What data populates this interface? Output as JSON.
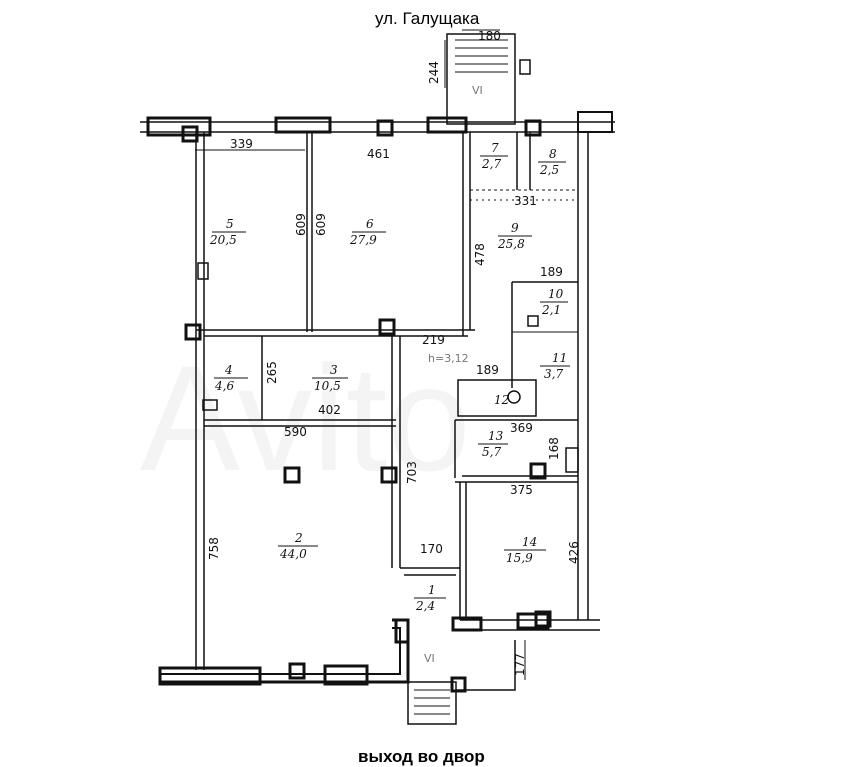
{
  "street_label": "ул. Галущака",
  "exit_label": "выход во двор",
  "watermark": "Avito",
  "rooms": [
    {
      "id": "1",
      "area": "2,4"
    },
    {
      "id": "2",
      "area": "44,0"
    },
    {
      "id": "3",
      "area": "10,5"
    },
    {
      "id": "4",
      "area": "4,6"
    },
    {
      "id": "5",
      "area": "20,5"
    },
    {
      "id": "6",
      "area": "27,9"
    },
    {
      "id": "7",
      "area": "2,7"
    },
    {
      "id": "8",
      "area": "2,5"
    },
    {
      "id": "9",
      "area": "25,8"
    },
    {
      "id": "10",
      "area": "2,1"
    },
    {
      "id": "11",
      "area": "3,7"
    },
    {
      "id": "12",
      "area": ""
    },
    {
      "id": "13",
      "area": "5,7"
    },
    {
      "id": "14",
      "area": "15,9"
    }
  ],
  "dimensions": [
    "180",
    "244",
    "339",
    "461",
    "609",
    "609",
    "478",
    "331",
    "219",
    "189",
    "265",
    "402",
    "590",
    "189",
    "369",
    "168",
    "703",
    "375",
    "758",
    "170",
    "426",
    "177"
  ],
  "marks": {
    "top_vi": "VI",
    "bottom_vi": "VI",
    "level": "h=3,12"
  }
}
